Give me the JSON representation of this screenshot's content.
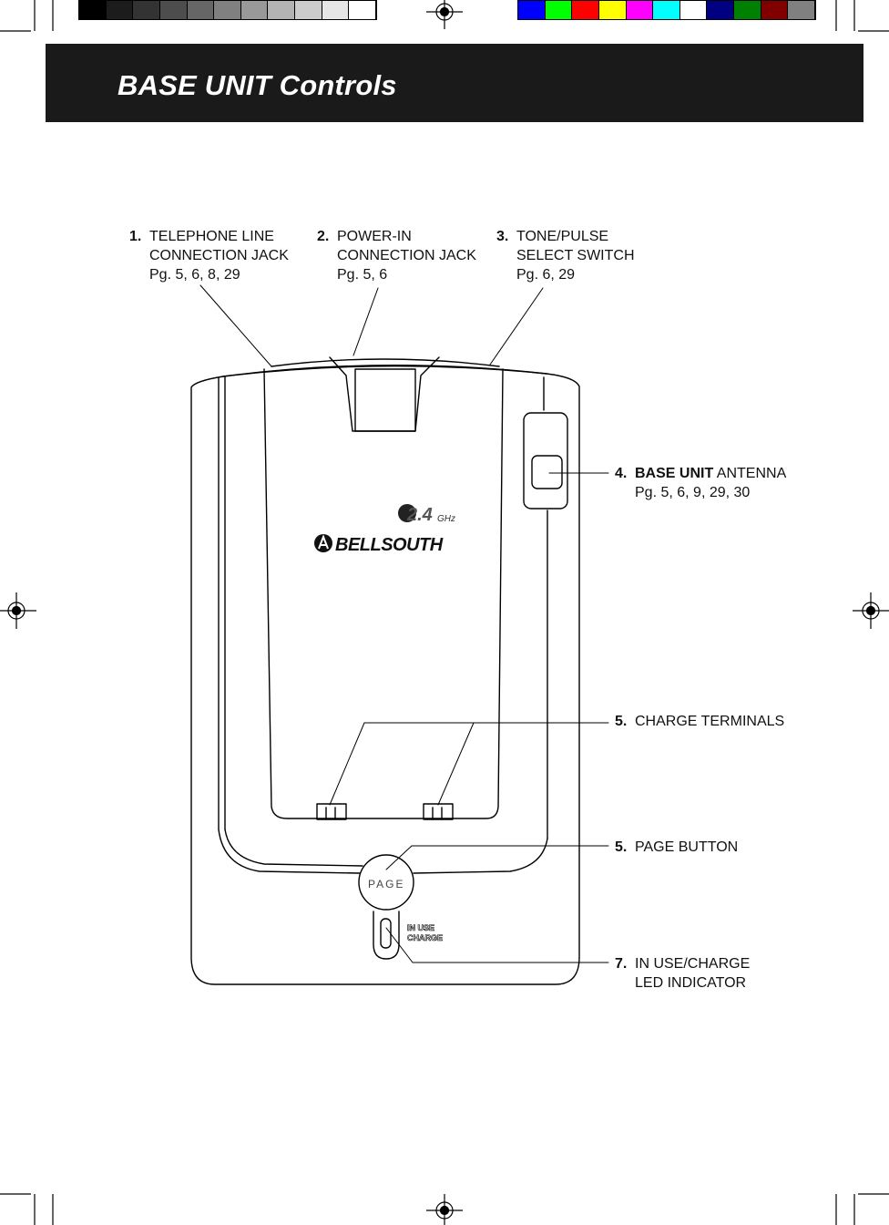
{
  "page": {
    "title": "BASE UNIT Controls"
  },
  "callouts": [
    {
      "number": "1.",
      "lines": [
        "TELEPHONE LINE",
        "CONNECTION JACK",
        "Pg. 5, 6, 8, 29"
      ]
    },
    {
      "number": "2.",
      "lines": [
        "POWER-IN",
        "CONNECTION JACK",
        "Pg. 5, 6"
      ]
    },
    {
      "number": "3.",
      "lines": [
        "TONE/PULSE",
        "SELECT SWITCH",
        "Pg. 6, 29"
      ]
    },
    {
      "number": "4.",
      "bold": "BASE UNIT",
      "rest": " ANTENNA",
      "pages": "Pg. 5, 6, 9, 29, 30"
    },
    {
      "number": "5.",
      "lines": [
        "CHARGE TERMINALS"
      ]
    },
    {
      "number": "5.",
      "lines": [
        "PAGE BUTTON"
      ]
    },
    {
      "number": "7.",
      "lines": [
        "IN USE/CHARGE",
        "LED INDICATOR"
      ]
    }
  ],
  "device": {
    "band_label": "2.4",
    "band_unit": "GHz",
    "brand": "BELLSOUTH",
    "page_button": "PAGE",
    "led_label_line1": "IN USE",
    "led_label_line2": "CHARGE"
  },
  "colors": {
    "header_band": "#1a1a1a",
    "gray_bar": [
      "#000000",
      "#1c1c1c",
      "#333333",
      "#4d4d4d",
      "#666666",
      "#808080",
      "#999999",
      "#b3b3b3",
      "#cccccc",
      "#e6e6e6",
      "#ffffff"
    ],
    "color_bar": [
      "#0000ff",
      "#00ff00",
      "#ff0000",
      "#ffff00",
      "#ff00ff",
      "#00ffff",
      "#ffffff",
      "#000080",
      "#008000",
      "#800000",
      "#808080"
    ]
  }
}
